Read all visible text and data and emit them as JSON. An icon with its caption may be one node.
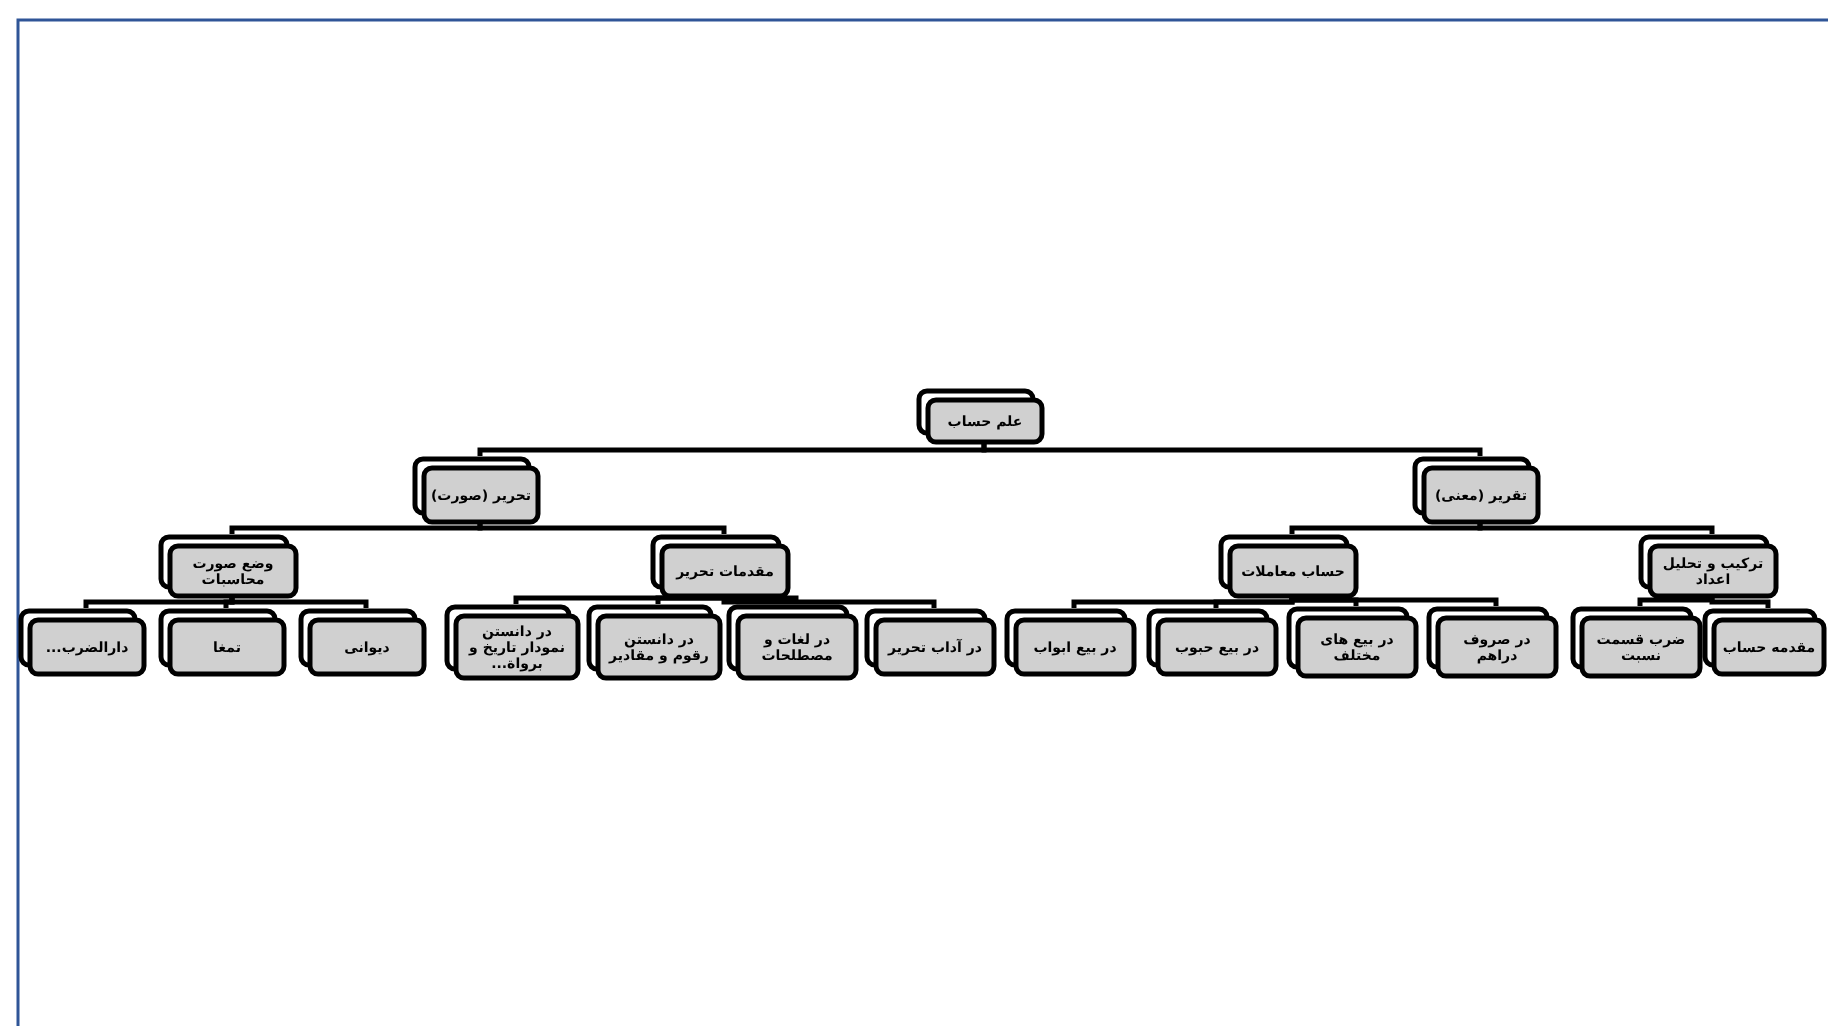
{
  "diagram": {
    "nodes": [
      {
        "text": [
          "علم حساب"
        ]
      },
      {
        "text": [
          "تحریر (صورت)"
        ]
      },
      {
        "text": [
          "تقریر (معنی)"
        ]
      },
      {
        "text": [
          "وضع صورت محاسبات"
        ]
      },
      {
        "text": [
          "مقدمات تحریر"
        ]
      },
      {
        "text": [
          "حساب معاملات"
        ]
      },
      {
        "text": [
          "ترکیب و تحلیل اعداد"
        ]
      },
      {
        "text": [
          "دارالضرب..."
        ]
      },
      {
        "text": [
          "تمغا"
        ]
      },
      {
        "text": [
          "دیوانی"
        ]
      },
      {
        "text": [
          "در دانستن نمودار تاریخ و برواة..."
        ]
      },
      {
        "text": [
          "در دانستن رقوم و مقادیر"
        ]
      },
      {
        "text": [
          "در لغات و مصطلحات"
        ]
      },
      {
        "text": [
          "در آداب تحریر"
        ]
      },
      {
        "text": [
          "در بیع ابواب"
        ]
      },
      {
        "text": [
          "در بیع حبوب"
        ]
      },
      {
        "text": [
          "در بیع های مختلف"
        ]
      },
      {
        "text": [
          "در صروف دراهم"
        ]
      },
      {
        "text": [
          "ضرب قسمت نسبت"
        ]
      },
      {
        "text": [
          "مقدمه حساب"
        ]
      }
    ],
    "edges": [
      {
        "from": 0,
        "to": 1,
        "arrow": "none"
      },
      {
        "from": 0,
        "to": 2,
        "arrow": "none"
      },
      {
        "from": 1,
        "to": 3,
        "arrow": "none"
      },
      {
        "from": 1,
        "to": 4,
        "arrow": "none"
      },
      {
        "from": 2,
        "to": 5,
        "arrow": "none"
      },
      {
        "from": 2,
        "to": 6,
        "arrow": "none"
      },
      {
        "from": 3,
        "to": 7,
        "arrow": "none"
      },
      {
        "from": 3,
        "to": 8,
        "arrow": "none"
      },
      {
        "from": 3,
        "to": 9,
        "arrow": "none"
      },
      {
        "from": 4,
        "to": 10,
        "arrow": "none"
      },
      {
        "from": 4,
        "to": 11,
        "arrow": "none"
      },
      {
        "from": 4,
        "to": 12,
        "arrow": "none"
      },
      {
        "from": 4,
        "to": 13,
        "arrow": "none"
      },
      {
        "from": 5,
        "to": 14,
        "arrow": "none"
      },
      {
        "from": 5,
        "to": 15,
        "arrow": "none"
      },
      {
        "from": 5,
        "to": 16,
        "arrow": "none"
      },
      {
        "from": 5,
        "to": 17,
        "arrow": "none"
      },
      {
        "from": 6,
        "to": 18,
        "arrow": "none"
      },
      {
        "from": 6,
        "to": 19,
        "arrow": "none"
      }
    ]
  }
}
